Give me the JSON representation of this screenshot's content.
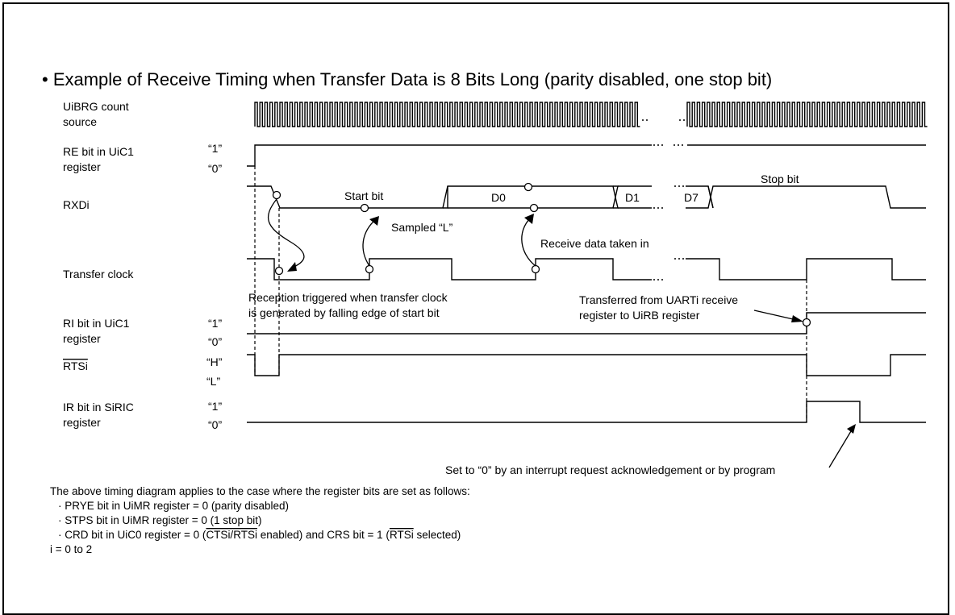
{
  "title": "• Example of Receive Timing when Transfer Data is 8 Bits Long (parity disabled, one stop bit)",
  "signals": {
    "brg_line1": "UiBRG count",
    "brg_line2": "source",
    "re_line1": "RE bit in UiC1",
    "re_line2": "register",
    "rxd": "RXDi",
    "tclk": "Transfer clock",
    "ri_line1": "RI bit in UiC1",
    "ri_line2": "register",
    "rts": "RTSi",
    "ir_line1": "IR bit in SiRIC",
    "ir_line2": "register"
  },
  "levels": {
    "re_1": "“1”",
    "re_0": "“0”",
    "ri_1": "“1”",
    "ri_0": "“0”",
    "rts_h": "“H”",
    "rts_l": "“L”",
    "ir_1": "“1”",
    "ir_0": "“0”"
  },
  "waveform_labels": {
    "start_bit": "Start bit",
    "d0": "D0",
    "d1": "D1",
    "d7": "D7",
    "stop_bit": "Stop bit"
  },
  "annotations": {
    "sampled": "Sampled “L”",
    "receive_taken": "Receive data taken in",
    "trigger_line1": "Reception triggered when transfer clock",
    "trigger_line2": "is generated by falling edge of start bit",
    "transfer_line1": "Transferred from UARTi receive",
    "transfer_line2": "register to UiRB register",
    "set0": "Set to “0” by an interrupt request acknowledgement or by program"
  },
  "notes": {
    "intro": "The above timing diagram applies to the case where the register bits are set as follows:",
    "prye": "· PRYE bit in UiMR register = 0 (parity disabled)",
    "stps": "· STPS bit in UiMR register = 0 (1 stop bit)",
    "crd_a": "· CRD bit in UiC0 register = 0 (",
    "crd_b": "CTSi/RTSi",
    "crd_c": " enabled) and CRS bit = 1 (",
    "crd_d": "RTSi",
    "crd_e": " selected)",
    "range": "i = 0 to 2"
  }
}
